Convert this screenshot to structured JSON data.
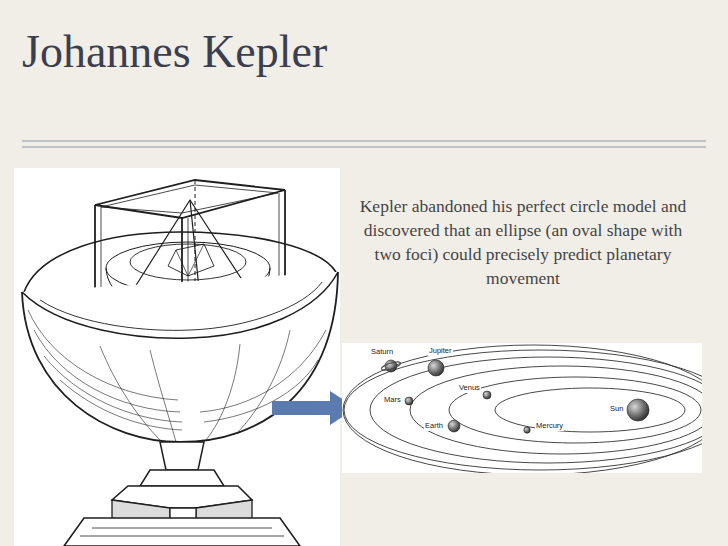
{
  "diagram": {
    "title": "Johannes Kepler",
    "labels": [
      "Kepler abandoned his perfect circle model and discovered that an ellipse (an oval shape with two foci) could precisely predict planetary movement",
      "Saturn",
      "Jupiter",
      "Venus",
      "Mars",
      "Earth",
      "Mercury",
      "Sun"
    ]
  }
}
